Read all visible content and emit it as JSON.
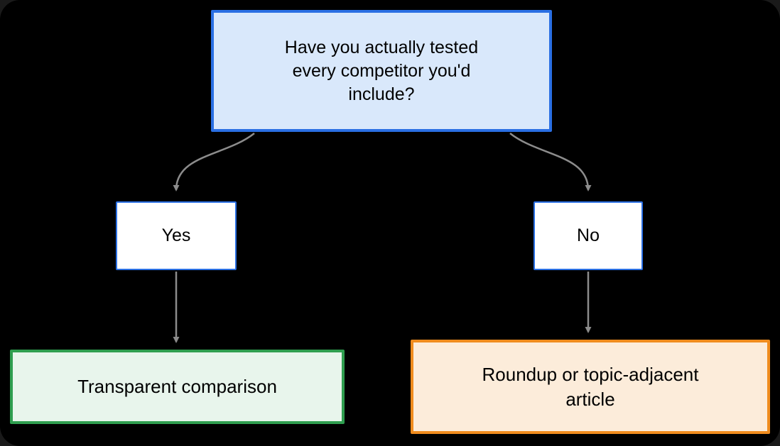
{
  "canvas": {
    "background": "#000000"
  },
  "colors": {
    "question_fill": "#d9e8fb",
    "question_stroke": "#2a6fe3",
    "choice_fill": "#ffffff",
    "choice_stroke": "#2a6fe3",
    "outcome_yes_fill": "#e8f5ec",
    "outcome_yes_stroke": "#2f9e4f",
    "outcome_no_fill": "#fcecda",
    "outcome_no_stroke": "#f08c1e",
    "arrow": "#8c8c8c",
    "text": "#000000"
  },
  "diagram": {
    "type": "decision-tree",
    "nodes": {
      "question": {
        "label": "Have you actually tested every competitor you'd include?"
      },
      "yes": {
        "label": "Yes"
      },
      "no": {
        "label": "No"
      },
      "outcome_yes": {
        "label": "Transparent comparison"
      },
      "outcome_no": {
        "label": "Roundup or topic-adjacent article"
      }
    },
    "edges": [
      {
        "from": "question",
        "to": "yes"
      },
      {
        "from": "question",
        "to": "no"
      },
      {
        "from": "yes",
        "to": "outcome_yes"
      },
      {
        "from": "no",
        "to": "outcome_no"
      }
    ]
  }
}
